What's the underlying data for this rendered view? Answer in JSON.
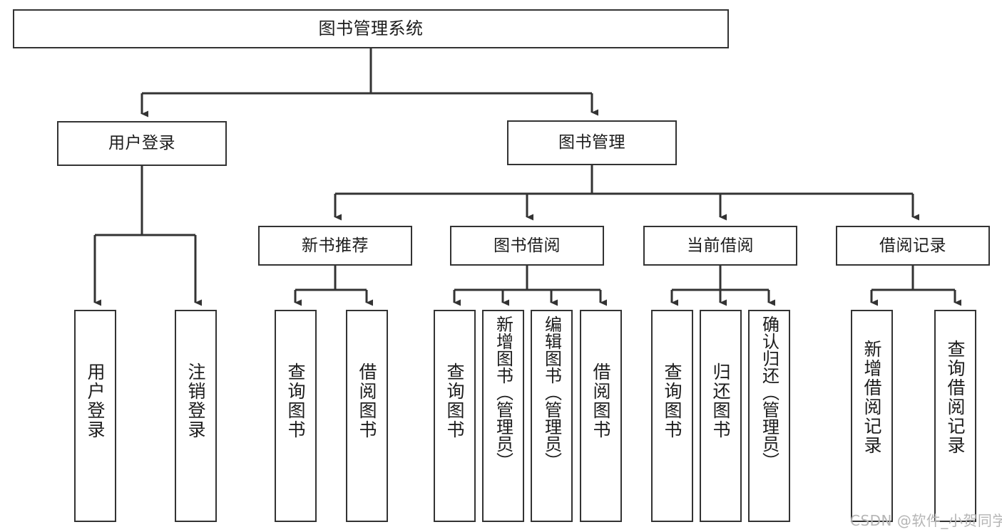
{
  "diagram": {
    "title": "图书管理系统",
    "type": "tree-hierarchy-chart",
    "watermark": "CSDN @软件_小贺同学",
    "colors": {
      "border": "#333333",
      "fill": "#ffffff",
      "edge": "#333333",
      "text": "#1c1c1c",
      "watermark": "#b5b5b5"
    }
  },
  "nodes": {
    "root": {
      "label": "图书管理系统"
    },
    "level1": [
      {
        "id": "user-login",
        "label": "用户登录"
      },
      {
        "id": "book-manage",
        "label": "图书管理"
      }
    ],
    "level2": [
      {
        "id": "new-book-recommend",
        "label": "新书推荐"
      },
      {
        "id": "book-borrow",
        "label": "图书借阅"
      },
      {
        "id": "current-borrow",
        "label": "当前借阅"
      },
      {
        "id": "borrow-record",
        "label": "借阅记录"
      }
    ],
    "leaves": {
      "user-login": [
        {
          "id": "leaf-user-login",
          "label": "用户登录"
        },
        {
          "id": "leaf-logout",
          "label": "注销登录"
        }
      ],
      "new-book-recommend": [
        {
          "id": "leaf-query-book-1",
          "label": "查询图书"
        },
        {
          "id": "leaf-borrow-book-1",
          "label": "借阅图书"
        }
      ],
      "book-borrow": [
        {
          "id": "leaf-query-book-2",
          "label": "查询图书"
        },
        {
          "id": "leaf-add-book",
          "label": "新增图书（管理员）"
        },
        {
          "id": "leaf-edit-book",
          "label": "编辑图书（管理员）"
        },
        {
          "id": "leaf-borrow-book-2",
          "label": "借阅图书"
        }
      ],
      "current-borrow": [
        {
          "id": "leaf-query-book-3",
          "label": "查询图书"
        },
        {
          "id": "leaf-return-book",
          "label": "归还图书"
        },
        {
          "id": "leaf-confirm-return",
          "label": "确认归还（管理员）"
        }
      ],
      "borrow-record": [
        {
          "id": "leaf-add-record",
          "label": "新增借阅记录"
        },
        {
          "id": "leaf-query-record",
          "label": "查询借阅记录"
        }
      ]
    }
  }
}
